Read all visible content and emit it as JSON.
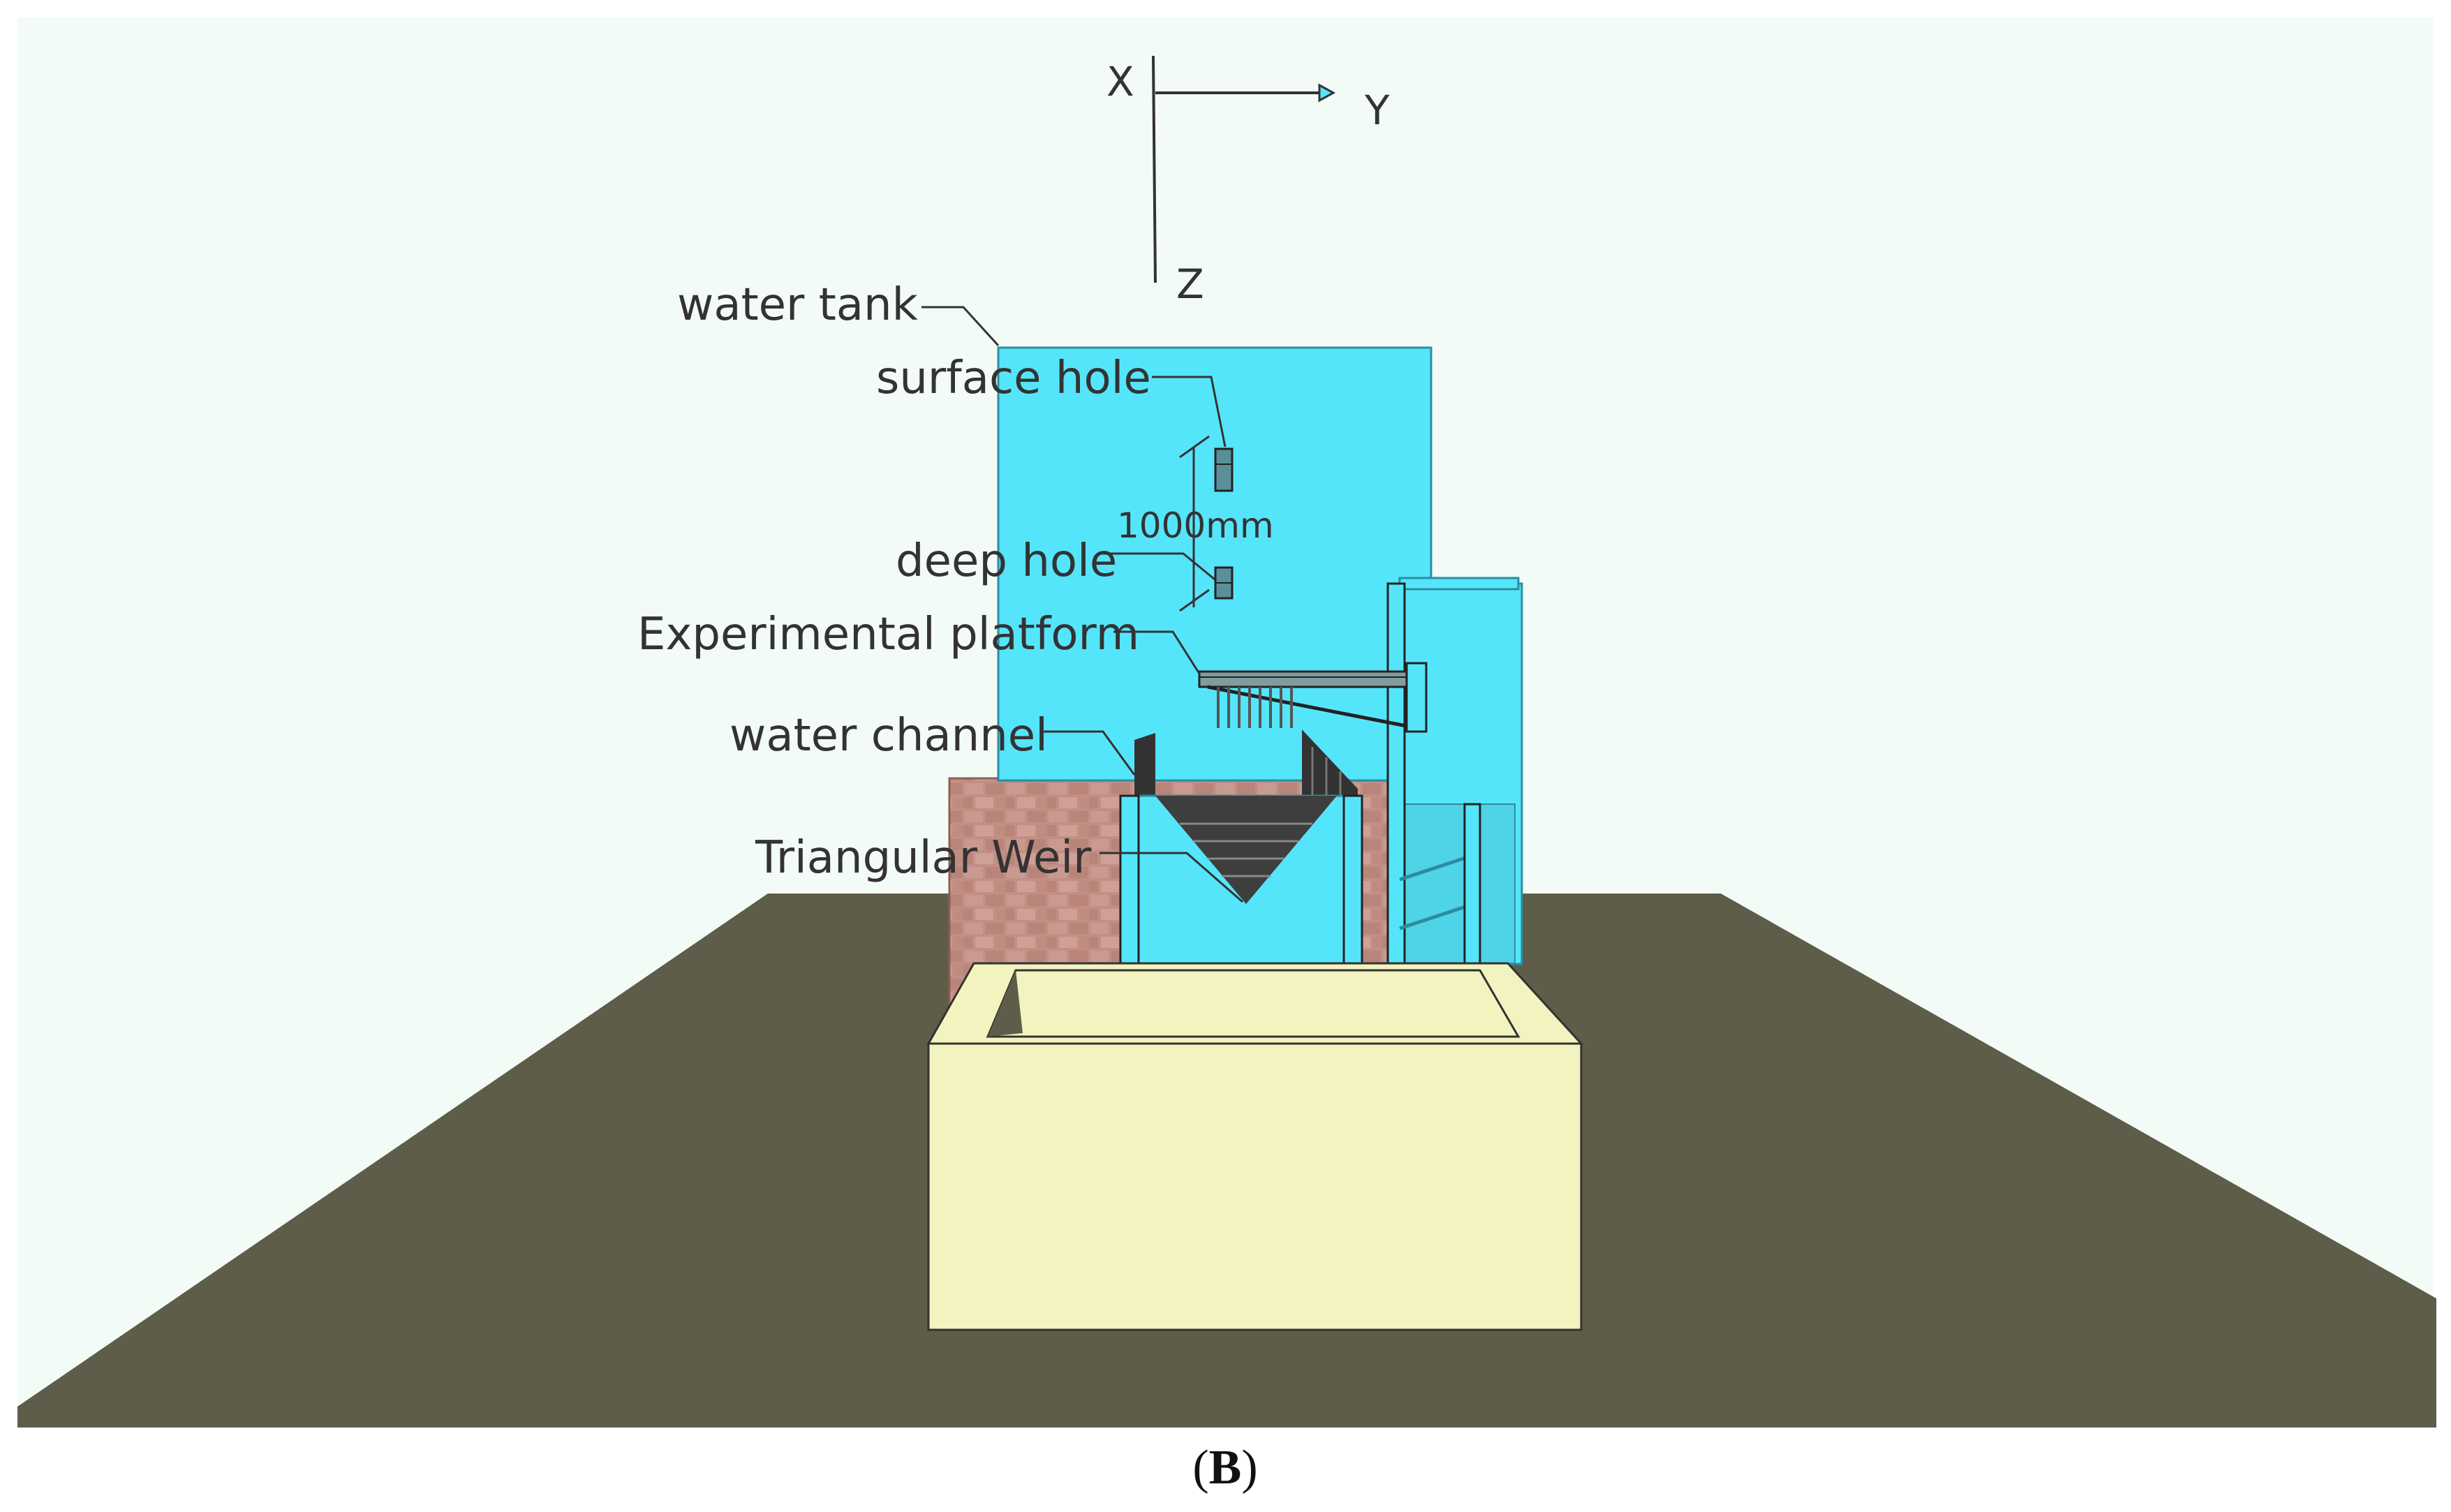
{
  "axes": {
    "x": "X",
    "y": "Y",
    "z": "Z"
  },
  "labels": {
    "water_tank": "water tank",
    "surface_hole": "surface hole",
    "dimension": "1000mm",
    "deep_hole": "deep hole",
    "experimental_platform": "Experimental platform",
    "water_channel": "water channel",
    "triangular_weir": "Triangular Weir"
  },
  "caption": {
    "open": "(",
    "letter": "B",
    "close": ")"
  },
  "colors": {
    "sky": "#f3fbf7",
    "floor": "#5d5d49",
    "tank": "#55e5fb",
    "brick": "#c28f85",
    "pool": "#f3f3c0",
    "dark": "#333333"
  }
}
